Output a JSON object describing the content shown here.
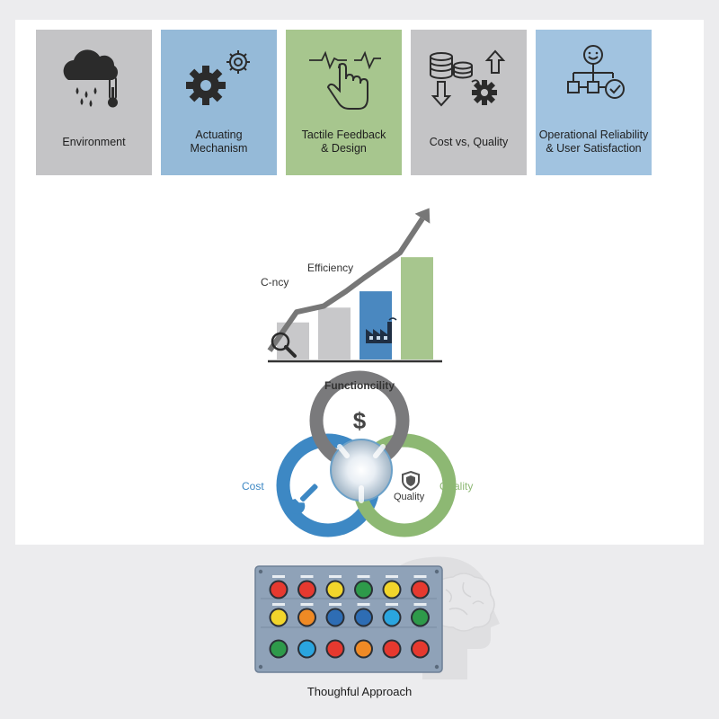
{
  "cards": [
    {
      "label": "Environment",
      "icon": "cloud-rain-thermometer-icon",
      "color": "#c4c4c6"
    },
    {
      "label": "Actuating\nMechanism",
      "icon": "gears-icon",
      "color": "#95bad8"
    },
    {
      "label": "Tactile Feedback\n& Design",
      "icon": "touch-hand-icon",
      "color": "#a7c68e"
    },
    {
      "label": "Cost vs, Quality",
      "icon": "coins-gear-arrows-icon",
      "color": "#c4c4c6"
    },
    {
      "label": "Operational Reliability\n& User Satisfaction",
      "icon": "user-flow-check-icon",
      "color": "#a1c3e0"
    }
  ],
  "chart": {
    "efficiency_label": "Efficiency",
    "lower_label": "C‐ncy",
    "bars": [
      {
        "value": 0.25,
        "color": "#c8c8ca",
        "icon": "magnifier-icon"
      },
      {
        "value": 0.35,
        "color": "#c8c8ca",
        "icon": ""
      },
      {
        "value": 0.46,
        "color": "#4a88c0",
        "icon": "factory-icon"
      },
      {
        "value": 0.69,
        "color": "#a7c68e",
        "icon": ""
      }
    ],
    "trend": [
      0.06,
      0.32,
      0.36,
      0.46,
      0.55,
      0.72,
      0.95
    ]
  },
  "venn": {
    "top_label": "Functioncility",
    "left_label": "Cost",
    "right_label": "Quality",
    "inner_label": "Quality",
    "colors": {
      "top": "#7a7a7c",
      "left": "#3d88c4",
      "right": "#8db873"
    }
  },
  "panel": {
    "rows": [
      [
        "#e6392f",
        "#e6392f",
        "#f2d52b",
        "#2e9a4a",
        "#f2d52b",
        "#e6392f"
      ],
      [
        "#f2d52b",
        "#ef8a25",
        "#2e6db4",
        "#2e6db4",
        "#2aa5df",
        "#2e9a4a"
      ],
      [
        "#2e9a4a",
        "#2aa5df",
        "#e6392f",
        "#ef8a25",
        "#e6392f",
        "#e6392f"
      ]
    ]
  },
  "caption": "Thoughful Approach"
}
